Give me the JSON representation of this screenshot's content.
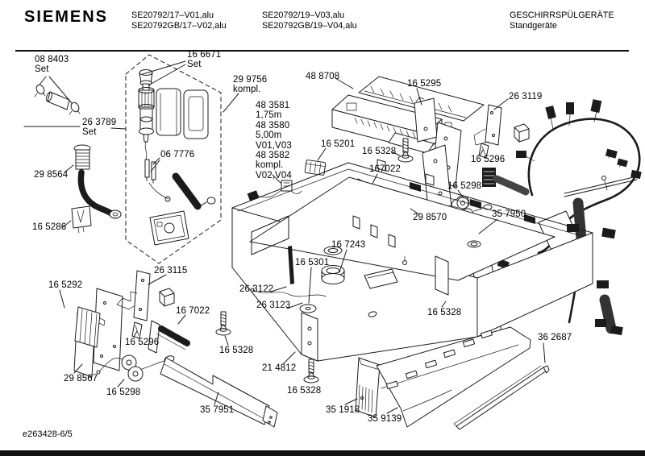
{
  "header": {
    "brand": "SIEMENS",
    "model_block_1": "SE20792/17–V01,alu\nSE20792GB/17–V02,alu",
    "model_block_2": "SE20792/19–V03,alu\nSE20792GB/19–V04,alu",
    "category": "GESCHIRRSPÜLGERÄTE",
    "subcategory": "Standgeräte"
  },
  "footer": {
    "doc_ref": "e263428-6/5"
  },
  "parts": [
    {
      "label": "08 8403\nSet"
    },
    {
      "label": "16 6671\nSet"
    },
    {
      "label": "29 9756\nkompl."
    },
    {
      "label": "48 8708"
    },
    {
      "label": "16 5295"
    },
    {
      "label": "26 3119"
    },
    {
      "label": "26 3789\nSet"
    },
    {
      "label": "48 3581\n1,75m\n48 3580\n5,00m\nV01,V03\n48 3582\nkompl.\nV02,V04"
    },
    {
      "label": "06 7776"
    },
    {
      "label": "16 5201"
    },
    {
      "label": "16 5328"
    },
    {
      "label": "16 5296"
    },
    {
      "label": "29 8564"
    },
    {
      "label": "167022"
    },
    {
      "label": "16 5298"
    },
    {
      "label": "29 8570"
    },
    {
      "label": "35 7950"
    },
    {
      "label": "16 5286"
    },
    {
      "label": "16 7243"
    },
    {
      "label": "16 5301"
    },
    {
      "label": "26 3115"
    },
    {
      "label": "16 5292"
    },
    {
      "label": "26 3122"
    },
    {
      "label": "26 3123"
    },
    {
      "label": "16 7022"
    },
    {
      "label": "16 5328"
    },
    {
      "label": "16 5296"
    },
    {
      "label": "36 2687"
    },
    {
      "label": "16 5328"
    },
    {
      "label": "21 4812"
    },
    {
      "label": "29 8567"
    },
    {
      "label": "16 5298"
    },
    {
      "label": "16 5328"
    },
    {
      "label": "35 7951"
    },
    {
      "label": "35 1918"
    },
    {
      "label": "35 9139"
    }
  ]
}
